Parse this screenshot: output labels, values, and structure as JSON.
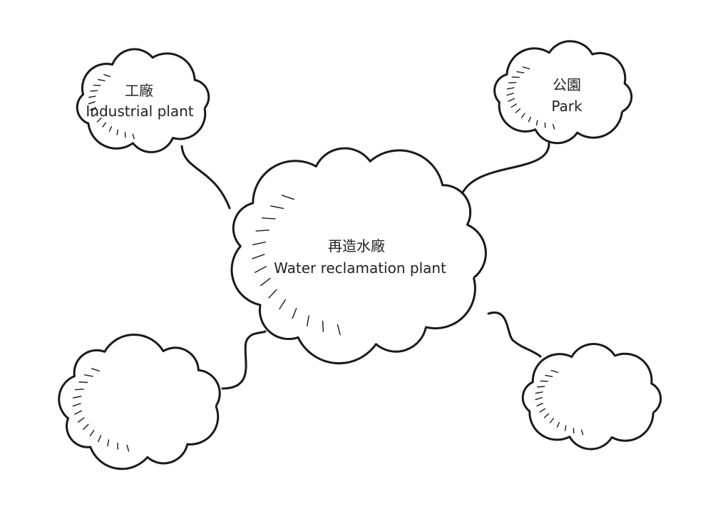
{
  "diagram": {
    "center": {
      "zh": "再造水廠",
      "en": "Water reclamation plant"
    },
    "nodes": [
      {
        "zh": "工廠",
        "en": "Industrial plant"
      },
      {
        "zh": "公園",
        "en": "Park"
      },
      {
        "zh": "",
        "en": ""
      },
      {
        "zh": "",
        "en": ""
      }
    ]
  },
  "colors": {
    "stroke": "#1a1a1a",
    "fill": "#ffffff"
  }
}
